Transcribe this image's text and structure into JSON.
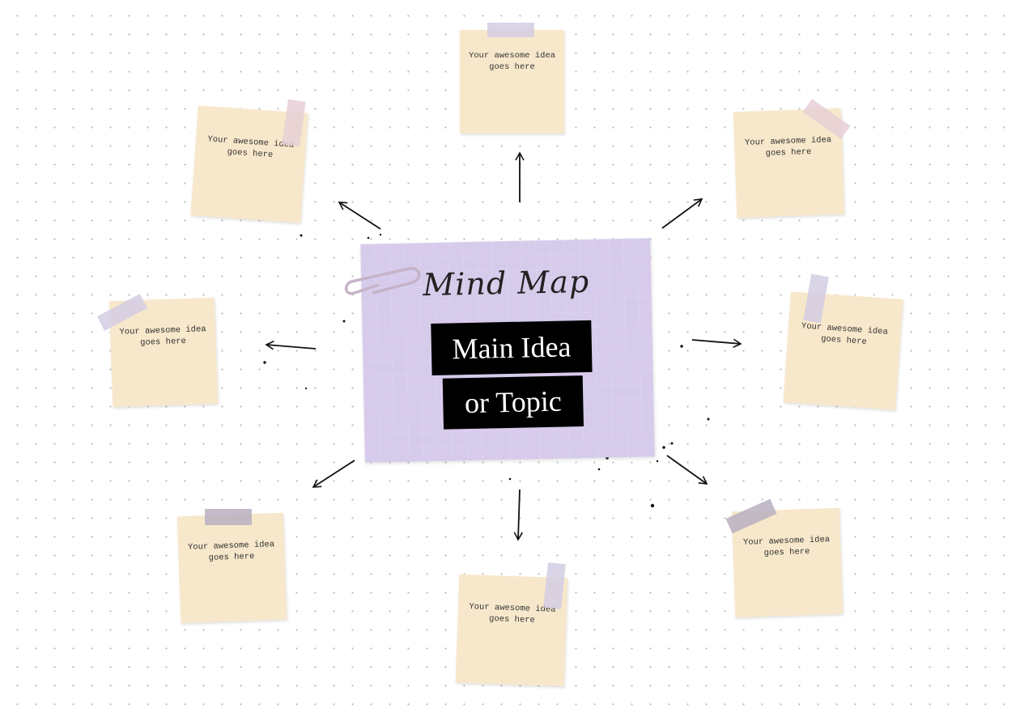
{
  "center": {
    "title": "Mind Map",
    "line1": "Main Idea",
    "line2": "or Topic"
  },
  "notes": [
    {
      "text": "Your awesome idea goes here"
    },
    {
      "text": "Your awesome idea goes here"
    },
    {
      "text": "Your awesome idea goes here"
    },
    {
      "text": "Your awesome idea goes here"
    },
    {
      "text": "Your awesome idea goes here"
    },
    {
      "text": "Your awesome idea goes here"
    },
    {
      "text": "Your awesome idea goes here"
    },
    {
      "text": "Your awesome idea goes here"
    }
  ],
  "colors": {
    "note": "#f8e8cb",
    "center": "#d6cbeb",
    "tape_lavender": "#d3cde3",
    "tape_pink": "#e6cfd6",
    "tape_gray": "#b8afbf"
  }
}
